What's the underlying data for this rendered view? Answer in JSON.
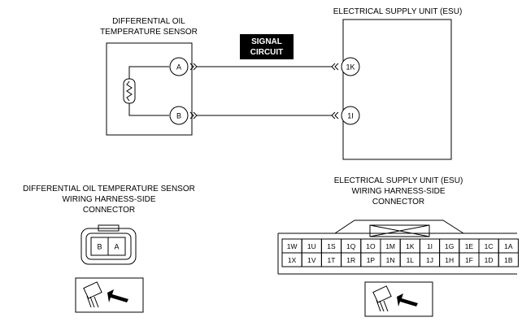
{
  "sensor": {
    "title_line1": "DIFFERENTIAL OIL",
    "title_line2": "TEMPERATURE SENSOR",
    "pin_a": "A",
    "pin_b": "B"
  },
  "esu": {
    "title": "ELECTRICAL SUPPLY UNIT (ESU)",
    "pin_1k": "1K",
    "pin_1i": "1I"
  },
  "signal_label": {
    "line1": "SIGNAL",
    "line2": "CIRCUIT"
  },
  "sensor_connector": {
    "title_line1": "DIFFERENTIAL OIL TEMPERATURE SENSOR",
    "title_line2": "WIRING HARNESS-SIDE",
    "title_line3": "CONNECTOR",
    "pins": [
      "B",
      "A"
    ]
  },
  "esu_connector": {
    "title_line1": "ELECTRICAL SUPPLY UNIT (ESU)",
    "title_line2": "WIRING HARNESS-SIDE",
    "title_line3": "CONNECTOR",
    "row1": [
      "1W",
      "1U",
      "1S",
      "1Q",
      "1O",
      "1M",
      "1K",
      "1I",
      "1G",
      "1E",
      "1C",
      "1A"
    ],
    "row2": [
      "1X",
      "1V",
      "1T",
      "1R",
      "1P",
      "1N",
      "1L",
      "1J",
      "1H",
      "1F",
      "1D",
      "1B"
    ]
  },
  "icons": {
    "resistor": "resistor-symbol-icon",
    "connector_view": "connector-view-arrow-icon",
    "disconnect": "connector-disconnect-chevron-icon"
  }
}
